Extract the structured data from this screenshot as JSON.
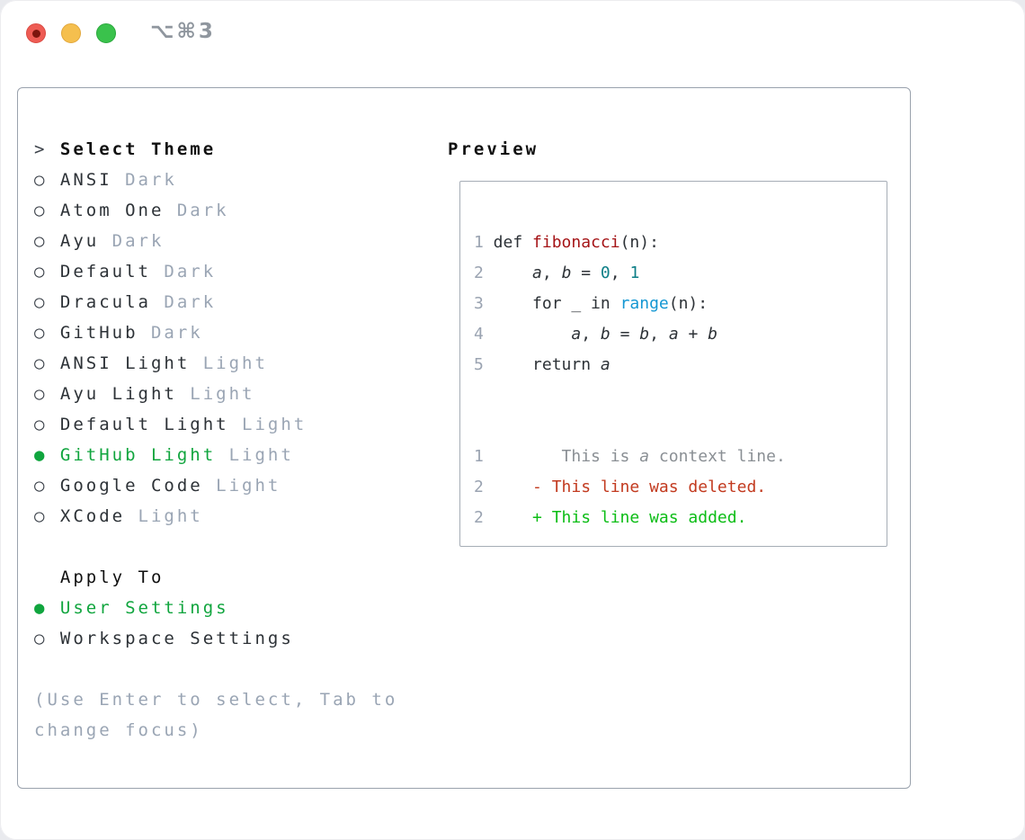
{
  "window": {
    "titlebar": {
      "shortcut": "⌥⌘3",
      "traffic_lights": [
        "close",
        "minimize",
        "maximize"
      ]
    }
  },
  "theme_picker": {
    "prompt": ">",
    "title": "Select Theme",
    "radio_unselected": "○",
    "radio_selected": "●",
    "themes": [
      {
        "name": "ANSI",
        "variant": "Dark",
        "selected": false
      },
      {
        "name": "Atom One",
        "variant": "Dark",
        "selected": false
      },
      {
        "name": "Ayu",
        "variant": "Dark",
        "selected": false
      },
      {
        "name": "Default",
        "variant": "Dark",
        "selected": false
      },
      {
        "name": "Dracula",
        "variant": "Dark",
        "selected": false
      },
      {
        "name": "GitHub",
        "variant": "Dark",
        "selected": false
      },
      {
        "name": "ANSI Light",
        "variant": "Light",
        "selected": false
      },
      {
        "name": "Ayu Light",
        "variant": "Light",
        "selected": false
      },
      {
        "name": "Default Light",
        "variant": "Light",
        "selected": false
      },
      {
        "name": "GitHub Light",
        "variant": "Light",
        "selected": true
      },
      {
        "name": "Google Code",
        "variant": "Light",
        "selected": false
      },
      {
        "name": "XCode",
        "variant": "Light",
        "selected": false
      }
    ],
    "apply_to": {
      "title": "Apply To",
      "options": [
        {
          "label": "User Settings",
          "selected": true
        },
        {
          "label": "Workspace Settings",
          "selected": false
        }
      ]
    },
    "help_lines": [
      "(Use Enter to select, Tab to",
      "change focus)"
    ]
  },
  "preview": {
    "title": "Preview",
    "lines": [
      {
        "num": "1",
        "kind": "code",
        "segs": [
          [
            "p",
            " def "
          ],
          [
            "f",
            "fibonacci"
          ],
          [
            "p",
            "(n):"
          ]
        ]
      },
      {
        "num": "2",
        "kind": "code",
        "segs": [
          [
            "p",
            "     "
          ],
          [
            "v",
            "a"
          ],
          [
            "p",
            ", "
          ],
          [
            "v",
            "b"
          ],
          [
            "p",
            " = "
          ],
          [
            "n",
            "0"
          ],
          [
            "p",
            ", "
          ],
          [
            "n",
            "1"
          ]
        ]
      },
      {
        "num": "3",
        "kind": "code",
        "segs": [
          [
            "p",
            "     for _ in "
          ],
          [
            "b",
            "range"
          ],
          [
            "p",
            "(n):"
          ]
        ]
      },
      {
        "num": "4",
        "kind": "code",
        "segs": [
          [
            "p",
            "         "
          ],
          [
            "v",
            "a"
          ],
          [
            "p",
            ", "
          ],
          [
            "v",
            "b"
          ],
          [
            "p",
            " = "
          ],
          [
            "v",
            "b"
          ],
          [
            "p",
            ", "
          ],
          [
            "v",
            "a"
          ],
          [
            "p",
            " + "
          ],
          [
            "v",
            "b"
          ]
        ]
      },
      {
        "num": "5",
        "kind": "code",
        "segs": [
          [
            "p",
            "     return "
          ],
          [
            "v",
            "a"
          ]
        ]
      },
      {
        "num": "",
        "kind": "blank",
        "segs": []
      },
      {
        "num": "",
        "kind": "blank",
        "segs": []
      },
      {
        "num": "1",
        "kind": "context",
        "segs": [
          [
            "c",
            "        This is "
          ],
          [
            "cv",
            "a"
          ],
          [
            "c",
            " context line."
          ]
        ]
      },
      {
        "num": "2",
        "kind": "deletion",
        "segs": [
          [
            "d",
            "     - This line was deleted."
          ]
        ]
      },
      {
        "num": "2",
        "kind": "addition",
        "segs": [
          [
            "a",
            "     + This line was added."
          ]
        ]
      }
    ]
  },
  "colors": {
    "green": "#10a53e",
    "text": "#2d3237",
    "heading": "#101010",
    "marker": "#3c424a",
    "tag_gray": "#9aa5b4",
    "help_gray": "#9aa5b4",
    "border_panel": "#9aa2ad",
    "border_preview": "#a6adb6",
    "line_number": "#9aa3b1",
    "code_plain": "#2d3237",
    "code_function": "#a51417",
    "code_number_teal": "#0e7f87",
    "code_builtin_blue": "#1497d3",
    "diff_context": "#8a8f94",
    "diff_deleted": "#c23a1f",
    "diff_added": "#0cbd16",
    "titlebar_text": "#8f969e",
    "light_red": "#ee5c54",
    "light_yellow": "#f5bf4e",
    "light_green": "#3ac24c",
    "close_dot": "#7c150d"
  }
}
